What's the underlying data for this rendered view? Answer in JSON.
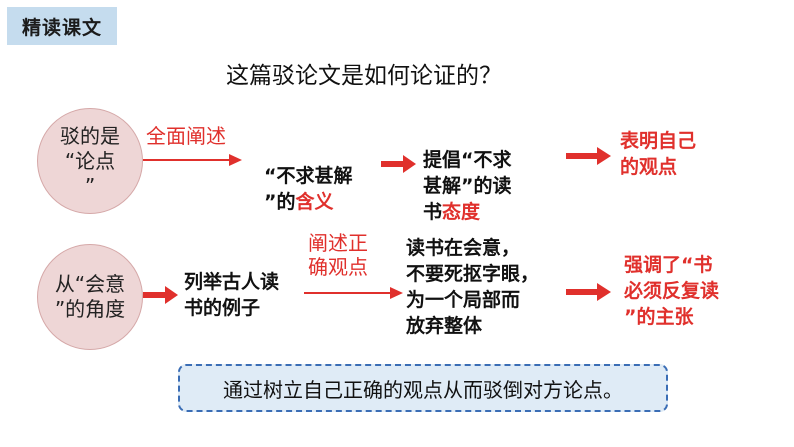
{
  "tag": "精读课文",
  "heading": "这篇驳论文是如何论证的？",
  "row1": {
    "circle": "驳的是\n“论点\n”",
    "label": "全面阐述",
    "box1_pre": "“不求甚解\n”的",
    "box1_red": "含义",
    "box2_pre": "提倡“不求\n甚解”的读\n书",
    "box2_red": "态度",
    "result": "表明自己\n的观点"
  },
  "row2": {
    "circle": "从“会意\n”的角度",
    "box1": "列举古人读\n书的例子",
    "label": "阐述正\n确观点",
    "box2": "读书在会意，\n不要死抠字眼，\n为一个局部而\n放弃整体",
    "result": "强调了“书\n必须反复读\n”的主张"
  },
  "summary": "通过树立自己正确的观点从而驳倒对方论点。",
  "colors": {
    "accent_red": "#e0302c",
    "circle_fill": "#eed6d6",
    "tag_fill": "#c5dcee",
    "summary_fill": "#dfebf6",
    "summary_border": "#3a6db5"
  }
}
